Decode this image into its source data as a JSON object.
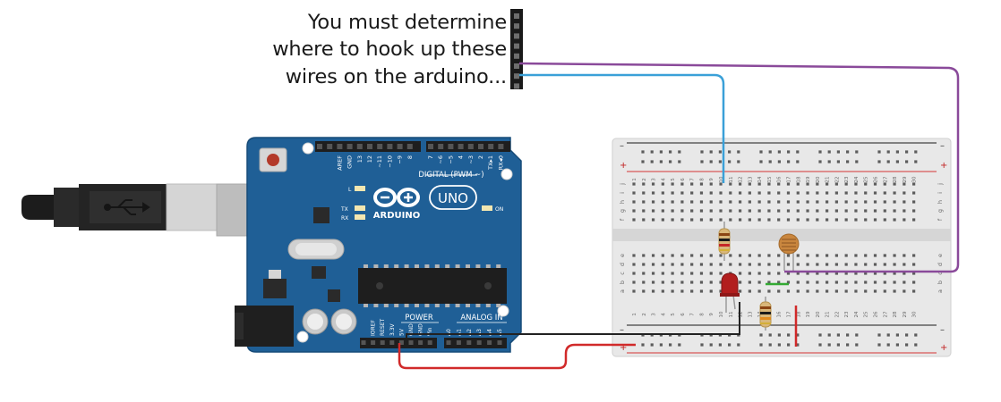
{
  "note": {
    "lines": [
      "You must determine",
      "where to hook up these",
      "wires on the arduino..."
    ]
  },
  "arduino": {
    "logo_text": "ARDUINO",
    "model": "UNO",
    "digital_header_label": "DIGITAL (PWM ~)",
    "power_label": "POWER",
    "analog_label": "ANALOG IN",
    "led_labels": {
      "l": "L",
      "tx": "TX",
      "rx": "RX",
      "on": "ON"
    },
    "digital_pins": [
      "AREF",
      "GND",
      "13",
      "12",
      "~11",
      "~10",
      "~9",
      "8",
      "7",
      "~6",
      "~5",
      "4",
      "~3",
      "2",
      "TX▸1",
      "RX◂0"
    ],
    "power_pins": [
      "IOREF",
      "RESET",
      "3.3V",
      "5V",
      "GND",
      "GND",
      "Vin"
    ],
    "analog_pins": [
      "A0",
      "A1",
      "A2",
      "A3",
      "A4",
      "A5"
    ]
  },
  "breadboard": {
    "rail_minus": "–",
    "rail_plus": "+",
    "columns": [
      "1",
      "2",
      "3",
      "4",
      "5",
      "6",
      "7",
      "8",
      "9",
      "10",
      "11",
      "12",
      "13",
      "14",
      "15",
      "16",
      "17",
      "18",
      "19",
      "20",
      "21",
      "22",
      "23",
      "24",
      "25",
      "26",
      "27",
      "28",
      "29",
      "30"
    ],
    "rows_top": [
      "j",
      "i",
      "h",
      "g",
      "f"
    ],
    "rows_bottom": [
      "e",
      "d",
      "c",
      "b",
      "a"
    ]
  },
  "colors": {
    "board": "#1f5f96",
    "wire_blue": "#3aa0d8",
    "wire_purple": "#8a4a9a",
    "wire_red": "#d12a2a",
    "wire_black": "#222222",
    "wire_green": "#33aa33",
    "led": "#b21e1e"
  }
}
